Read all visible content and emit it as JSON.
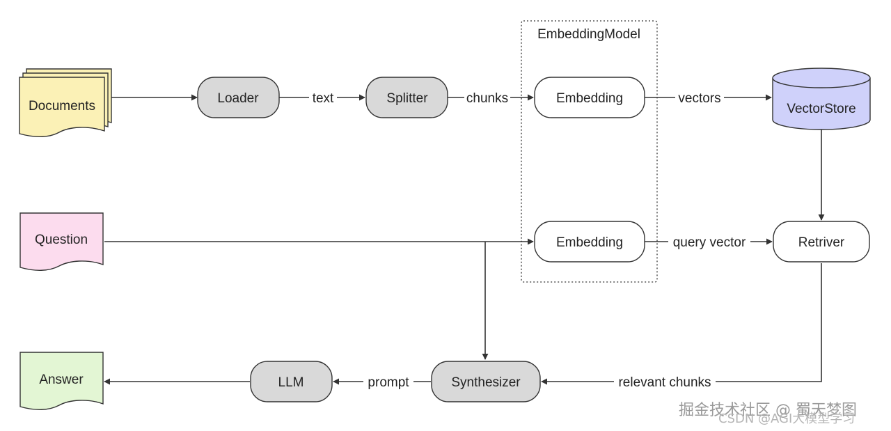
{
  "colors": {
    "stroke": "#333333",
    "process_fill": "#d9d9d9",
    "plain_fill": "#ffffff",
    "documents_fill": "#fbf1b6",
    "question_fill": "#fcdcee",
    "answer_fill": "#e3f6d4",
    "vectorstore_fill": "#cfd1fa"
  },
  "group": {
    "label": "EmbeddingModel"
  },
  "nodes": {
    "documents": "Documents",
    "loader": "Loader",
    "splitter": "Splitter",
    "embedding_docs": "Embedding",
    "vectorstore": "VectorStore",
    "question": "Question",
    "embedding_query": "Embedding",
    "retriver": "Retriver",
    "answer": "Answer",
    "llm": "LLM",
    "synthesizer": "Synthesizer"
  },
  "edges": {
    "text": "text",
    "chunks": "chunks",
    "vectors": "vectors",
    "query_vector": "query vector",
    "prompt": "prompt",
    "relevant_chunks": "relevant chunks"
  },
  "watermark": {
    "line1": "掘金技术社区 @ 蜀天梦图",
    "line2": "CSDN @AGI大模型学习"
  }
}
